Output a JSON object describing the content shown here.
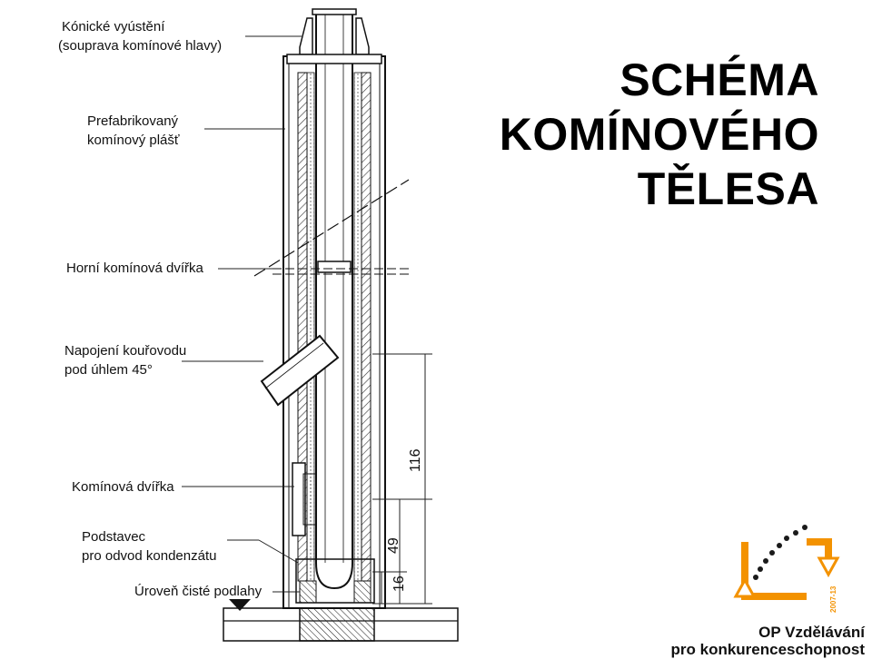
{
  "title": {
    "line1": "SCHÉMA",
    "line2": "KOMÍNOVÉHO",
    "line3": "TĚLESA"
  },
  "labels": {
    "conical_outlet_1": "Kónické vyústění",
    "conical_outlet_2": "(souprava komínové hlavy)",
    "jacket_1": "Prefabrikovaný",
    "jacket_2": "komínový plášť",
    "upper_door": "Horní komínová dvířka",
    "flue_conn_1": "Napojení kouřovodu",
    "flue_conn_2": "pod úhlem 45°",
    "door": "Komínová dvířka",
    "base_1": "Podstavec",
    "base_2": "pro odvod kondenzátu",
    "floor": "Úroveň čisté podlahy"
  },
  "dimensions": {
    "d1": "116",
    "d2": "49",
    "d3": "16"
  },
  "logo": {
    "line1": "OP Vzdělávání",
    "line2": "pro konkurenceschopnost",
    "years": "2007-13",
    "orange": "#f39200",
    "dark": "#1a1a1a"
  }
}
